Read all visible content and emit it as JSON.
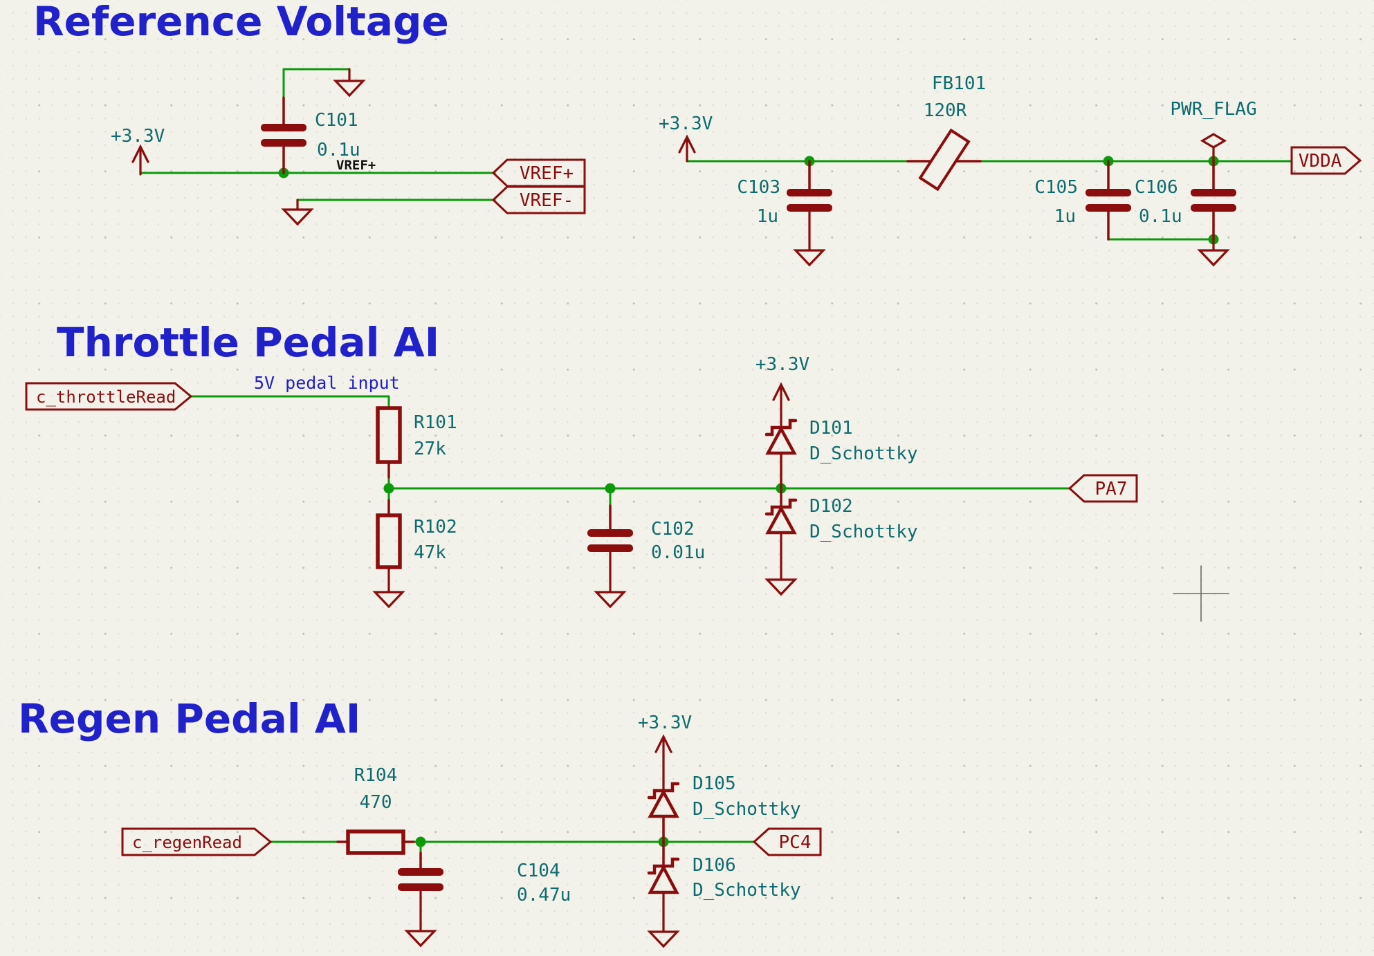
{
  "titles": {
    "reference": "Reference Voltage",
    "throttle": "Throttle Pedal AI",
    "regen": "Regen Pedal AI"
  },
  "power": {
    "v33": "+3.3V",
    "pwr_flag": "PWR_FLAG"
  },
  "nets": {
    "vref_local": "VREF+",
    "pedal_note": "5V pedal input"
  },
  "hier_labels": {
    "vref_plus": "VREF+",
    "vref_minus": "VREF-",
    "vdda": "VDDA",
    "throttle_read": "c_throttleRead",
    "pa7": "PA7",
    "regen_read": "c_regenRead",
    "pc4": "PC4"
  },
  "components": {
    "c101": {
      "ref": "C101",
      "value": "0.1u"
    },
    "c103": {
      "ref": "C103",
      "value": "1u"
    },
    "fb101": {
      "ref": "FB101",
      "value": "120R"
    },
    "c105": {
      "ref": "C105",
      "value": "1u"
    },
    "c106": {
      "ref": "C106",
      "value": "0.1u"
    },
    "r101": {
      "ref": "R101",
      "value": "27k"
    },
    "r102": {
      "ref": "R102",
      "value": "47k"
    },
    "c102": {
      "ref": "C102",
      "value": "0.01u"
    },
    "d101": {
      "ref": "D101",
      "value": "D_Schottky"
    },
    "d102": {
      "ref": "D102",
      "value": "D_Schottky"
    },
    "r104": {
      "ref": "R104",
      "value": "470"
    },
    "c104": {
      "ref": "C104",
      "value": "0.47u"
    },
    "d105": {
      "ref": "D105",
      "value": "D_Schottky"
    },
    "d106": {
      "ref": "D106",
      "value": "D_Schottky"
    }
  },
  "colors": {
    "background": "#F2F1EA",
    "wire_green": "#0A9A0A",
    "component_red": "#8B0D0D",
    "field_teal": "#0E6B6E",
    "title_blue": "#2121CC",
    "local_label_black": "#111111"
  }
}
